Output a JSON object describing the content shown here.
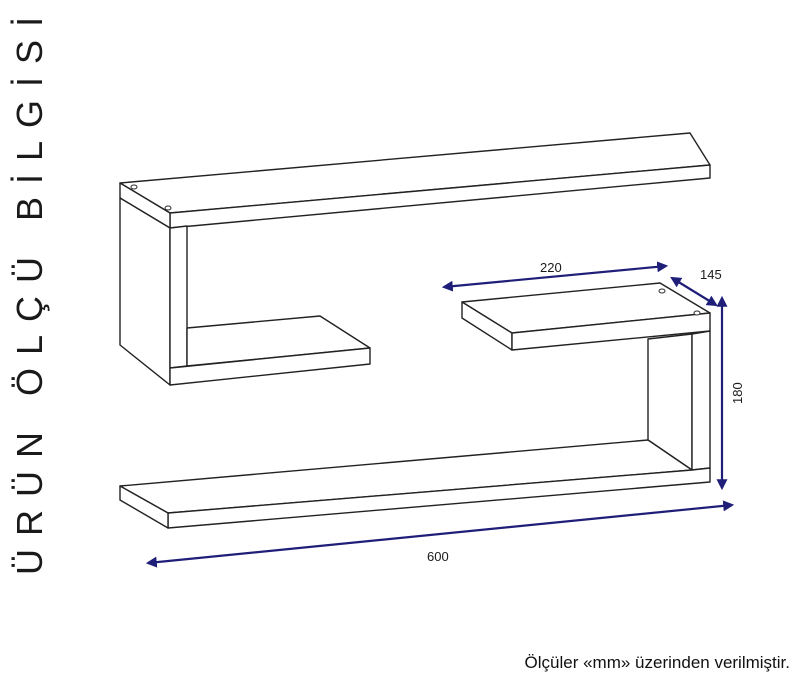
{
  "title": "ÜRÜN ÖLÇÜ BİLGİSİ",
  "dimensions": {
    "depth_upper": "220",
    "width_small": "145",
    "height": "180",
    "length": "600"
  },
  "note": "Ölçüler «mm» üzerinden verilmiştir.",
  "colors": {
    "line": "#222222",
    "dimension_arrow": "#1f1f7a",
    "background": "#ffffff"
  }
}
